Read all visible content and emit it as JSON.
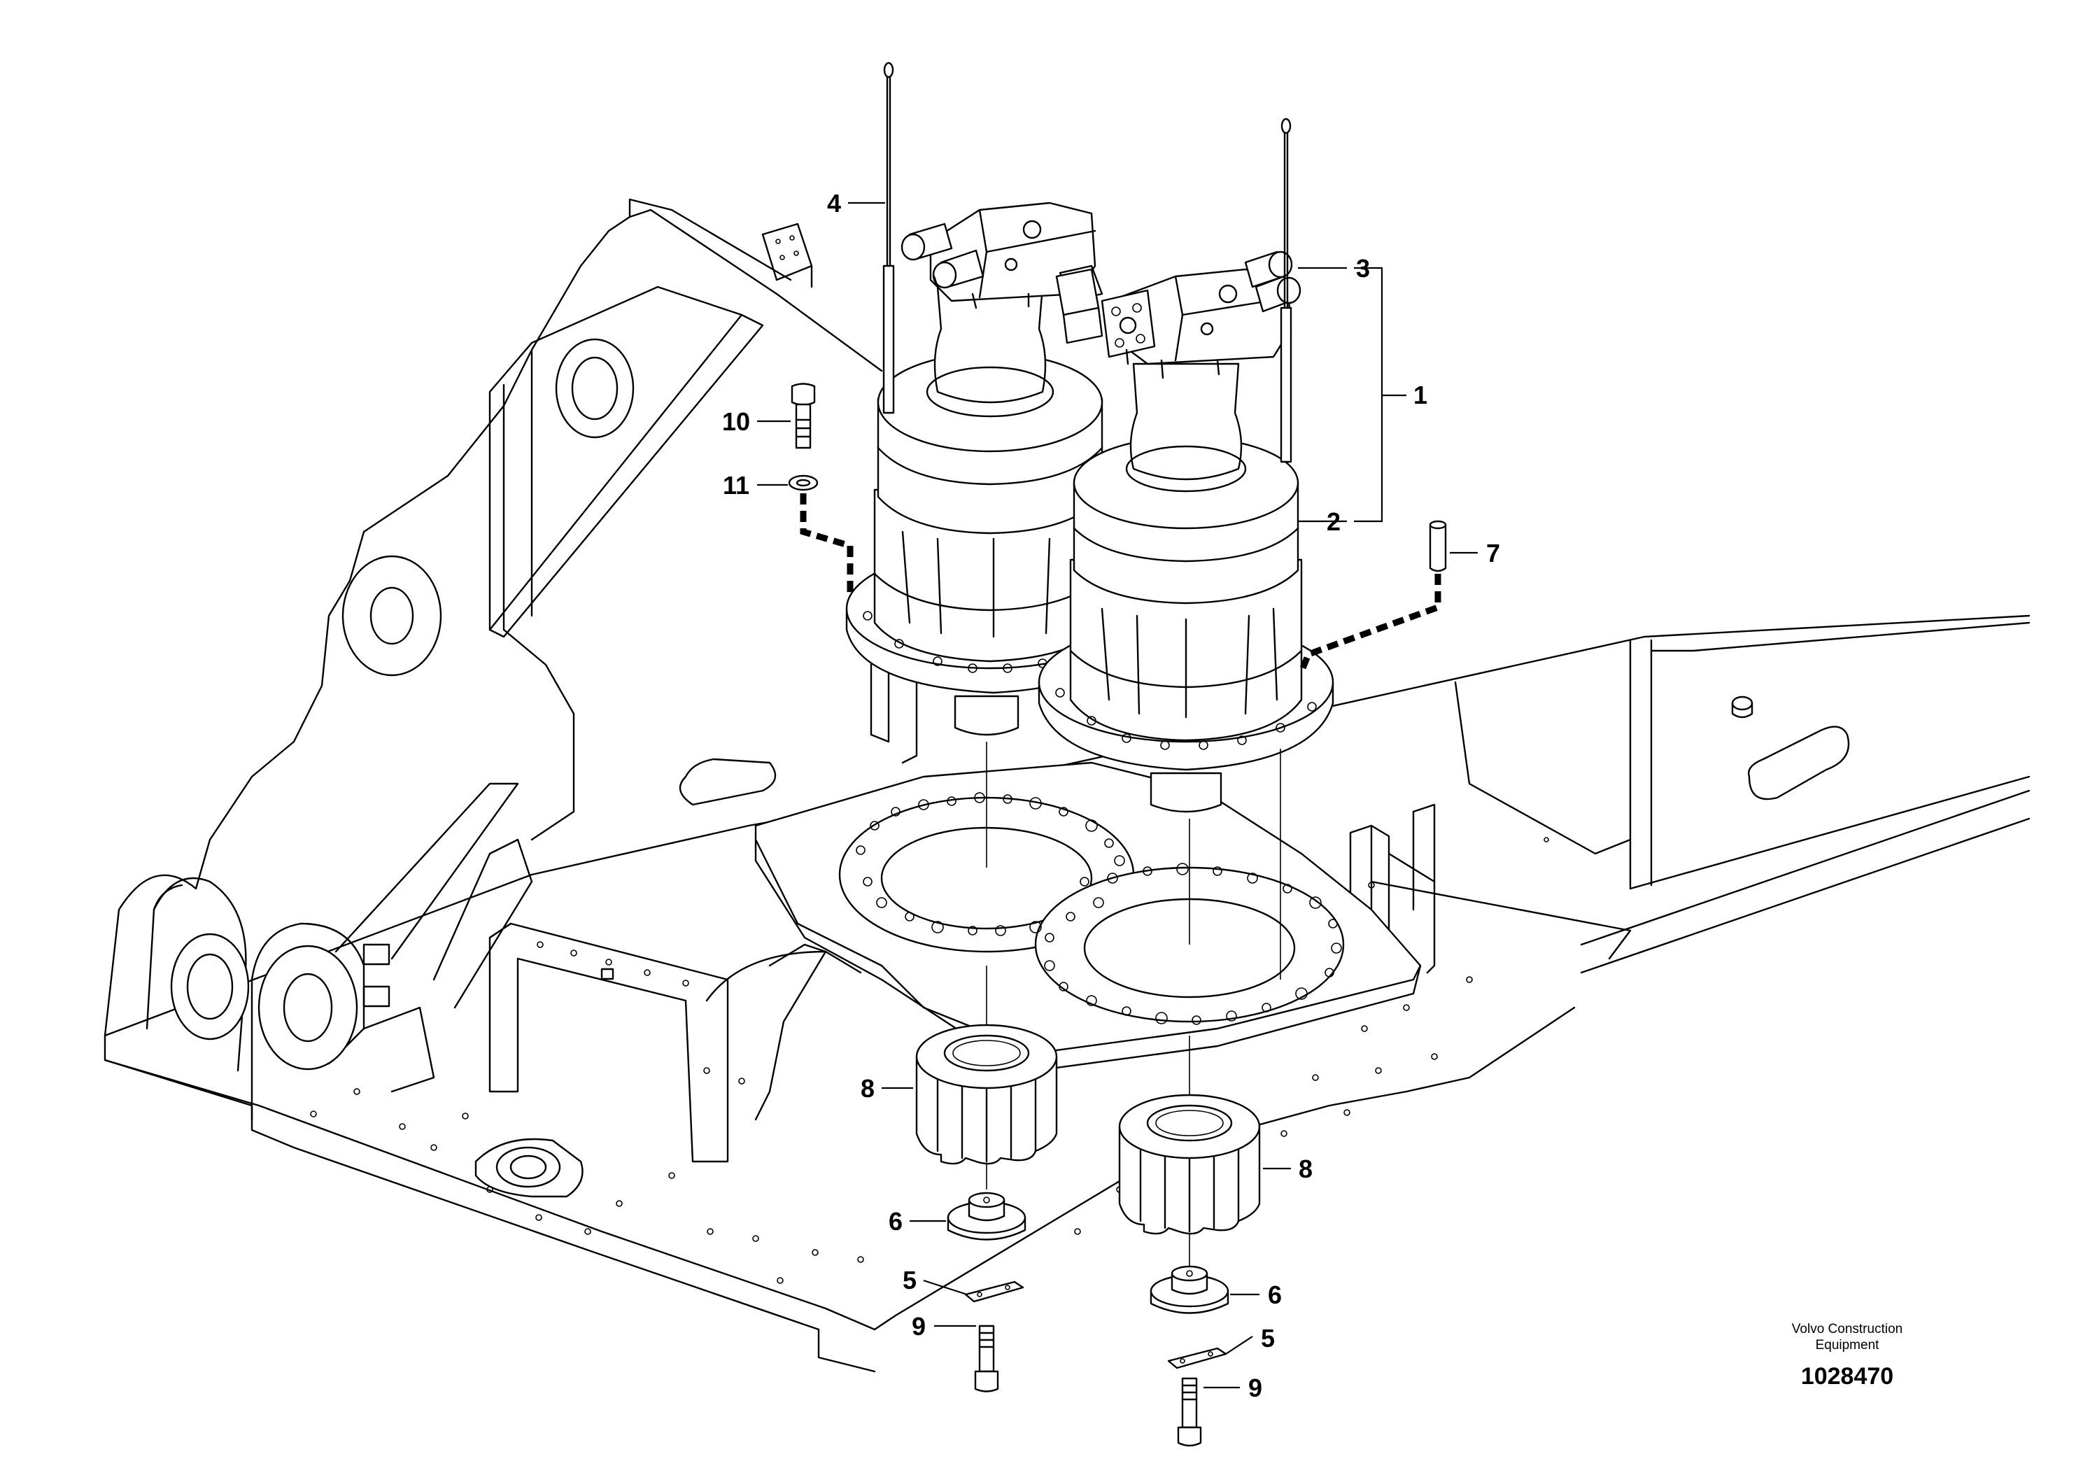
{
  "callouts": [
    {
      "id": "c1",
      "label": "1"
    },
    {
      "id": "c2",
      "label": "2"
    },
    {
      "id": "c3",
      "label": "3"
    },
    {
      "id": "c4",
      "label": "4"
    },
    {
      "id": "c5a",
      "label": "5"
    },
    {
      "id": "c5b",
      "label": "5"
    },
    {
      "id": "c6a",
      "label": "6"
    },
    {
      "id": "c6b",
      "label": "6"
    },
    {
      "id": "c7",
      "label": "7"
    },
    {
      "id": "c8a",
      "label": "8"
    },
    {
      "id": "c8b",
      "label": "8"
    },
    {
      "id": "c9a",
      "label": "9"
    },
    {
      "id": "c9b",
      "label": "9"
    },
    {
      "id": "c10",
      "label": "10"
    },
    {
      "id": "c11",
      "label": "11"
    }
  ],
  "footer": {
    "company_line1": "Volvo Construction",
    "company_line2": "Equipment",
    "drawing_number": "1028470"
  }
}
